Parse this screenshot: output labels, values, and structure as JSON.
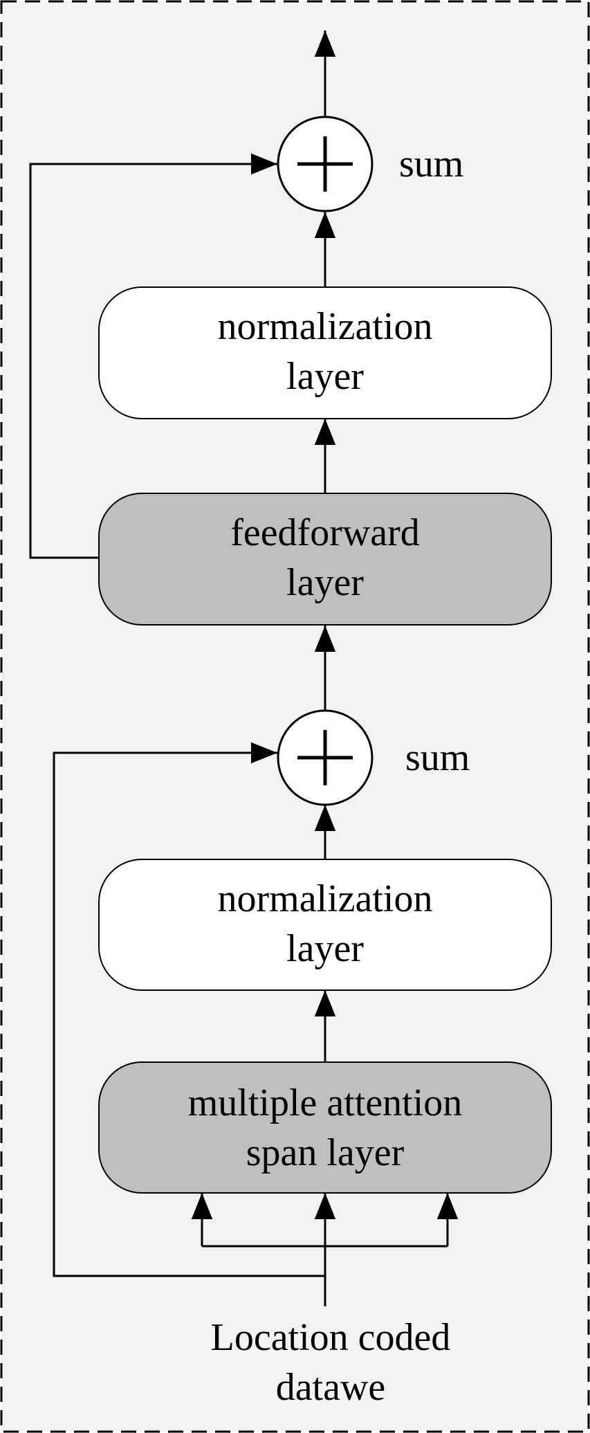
{
  "colors": {
    "frame_fill": "#f2f2f2",
    "layer_fill_light": "#ffffff",
    "layer_fill_dark": "#bfbfbf",
    "stroke": "#000000"
  },
  "sum_top": {
    "icon": "plus-in-circle-icon",
    "label": "sum"
  },
  "norm_top": {
    "line1": "normalization",
    "line2": "layer"
  },
  "feedforward": {
    "line1": "feedforward",
    "line2": "layer"
  },
  "sum_bottom": {
    "icon": "plus-in-circle-icon",
    "label": "sum"
  },
  "norm_bottom": {
    "line1": "normalization",
    "line2": "layer"
  },
  "attention": {
    "line1": "multiple attention",
    "line2": "span layer"
  },
  "input": {
    "line1": "Location coded",
    "line2": "datawe"
  }
}
